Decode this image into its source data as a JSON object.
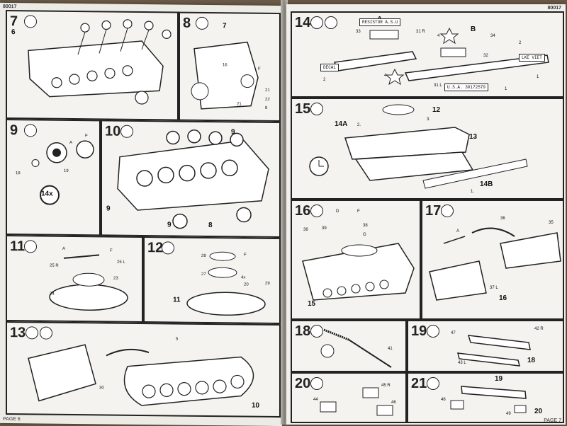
{
  "left_page": {
    "code": "80017",
    "page": "PAGE 6",
    "steps": [
      {
        "no": "7",
        "labels": [
          "6"
        ]
      },
      {
        "no": "8",
        "labels": [
          "7",
          "8",
          "21",
          "22",
          "21",
          "16",
          "F"
        ]
      },
      {
        "no": "9",
        "labels": [
          "14x",
          "18",
          "19",
          "A",
          "F"
        ]
      },
      {
        "no": "10",
        "labels": [
          "9",
          "9",
          "9",
          "8"
        ]
      },
      {
        "no": "11",
        "labels": [
          "24",
          "25 R",
          "26 L",
          "23",
          "A",
          "F"
        ]
      },
      {
        "no": "12",
        "labels": [
          "11",
          "4x",
          "20",
          "27",
          "28",
          "29",
          "F"
        ]
      },
      {
        "no": "13",
        "labels": [
          "5",
          "10",
          "30"
        ]
      }
    ]
  },
  "right_page": {
    "code": "80017",
    "page": "PAGE 7",
    "steps": [
      {
        "no": "14",
        "labels": [
          "A",
          "B",
          "2",
          "2",
          "4",
          "4",
          "1",
          "33",
          "31 L",
          "31 R",
          "32",
          "34",
          "1"
        ]
      },
      {
        "no": "15",
        "labels": [
          "12",
          "13",
          "14A",
          "14B",
          "2.",
          "3.",
          "1."
        ]
      },
      {
        "no": "16",
        "labels": [
          "15",
          "36",
          "39",
          "38",
          "D",
          "F",
          "G"
        ]
      },
      {
        "no": "17",
        "labels": [
          "16",
          "35",
          "36",
          "37 L",
          "A"
        ]
      },
      {
        "no": "18",
        "labels": [
          "41"
        ]
      },
      {
        "no": "19",
        "labels": [
          "18",
          "42 R",
          "43 L",
          "47"
        ]
      },
      {
        "no": "20",
        "labels": [
          "44",
          "45 R",
          "46"
        ]
      },
      {
        "no": "21",
        "labels": [
          "19",
          "20",
          "48",
          "49"
        ]
      }
    ],
    "decals": [
      "RESISTOR A.S.U",
      "U.S.A. 30172579",
      "LKE VIET",
      "DECAL"
    ]
  }
}
